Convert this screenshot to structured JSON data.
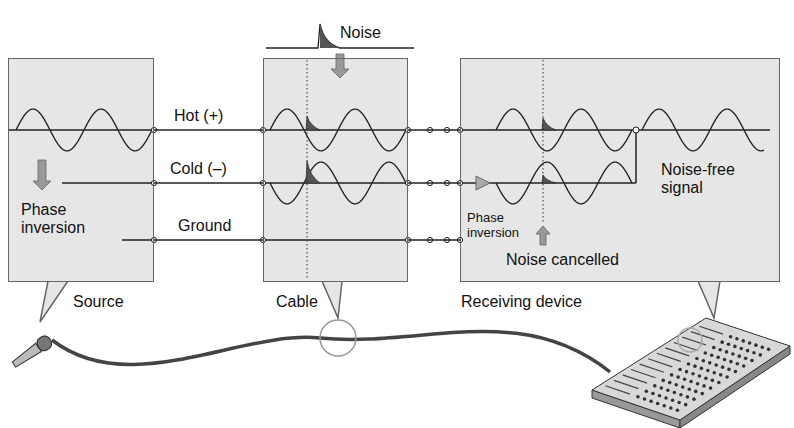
{
  "diagram": {
    "nodes": [
      {
        "text": [
          "Phase inversion",
          "Source"
        ]
      },
      {
        "text": [
          "Cable"
        ]
      },
      {
        "text": [
          "Phase inversion",
          "Noise cancelled",
          "Noise-free signal",
          "Receiving device"
        ]
      }
    ],
    "edges": [
      {
        "from": 0,
        "to": 1,
        "label": "Hot (+)",
        "arrow": "none"
      },
      {
        "from": 0,
        "to": 1,
        "label": "Cold (–)",
        "arrow": "none"
      },
      {
        "from": 0,
        "to": 1,
        "label": "Ground",
        "arrow": "none"
      },
      {
        "from": 1,
        "to": 2,
        "arrow": "none"
      },
      {
        "from": 1,
        "to": 2,
        "arrow": "none"
      },
      {
        "from": 1,
        "to": 2,
        "arrow": "none"
      }
    ],
    "labels": [
      "Noise"
    ]
  }
}
